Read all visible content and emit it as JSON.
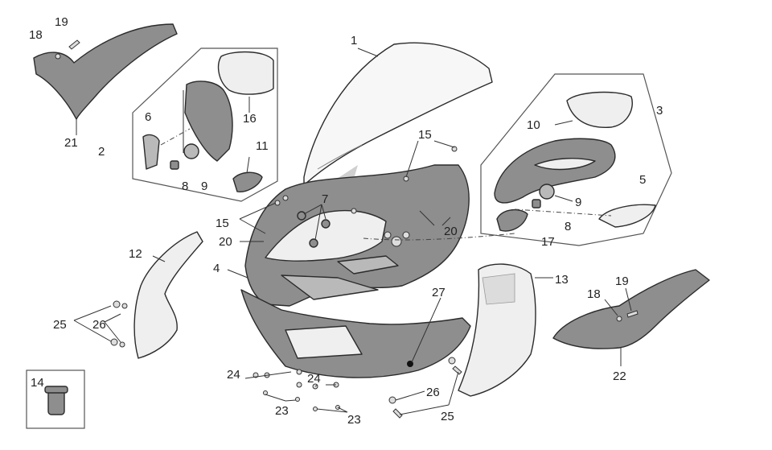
{
  "callouts": {
    "c1": "1",
    "c2": "2",
    "c3": "3",
    "c4": "4",
    "c5": "5",
    "c6": "6",
    "c7": "7",
    "c8a": "8",
    "c8b": "8",
    "c9a": "9",
    "c9b": "9",
    "c10": "10",
    "c11": "11",
    "c12": "12",
    "c13": "13",
    "c14": "14",
    "c15a": "15",
    "c15b": "15",
    "c16": "16",
    "c17": "17",
    "c18a": "18",
    "c18b": "18",
    "c19a": "19",
    "c19b": "19",
    "c20a": "20",
    "c20b": "20",
    "c21": "21",
    "c22": "22",
    "c23a": "23",
    "c23b": "23",
    "c24a": "24",
    "c24b": "24",
    "c25a": "25",
    "c25b": "25",
    "c26a": "26",
    "c26b": "26",
    "c27": "27"
  }
}
